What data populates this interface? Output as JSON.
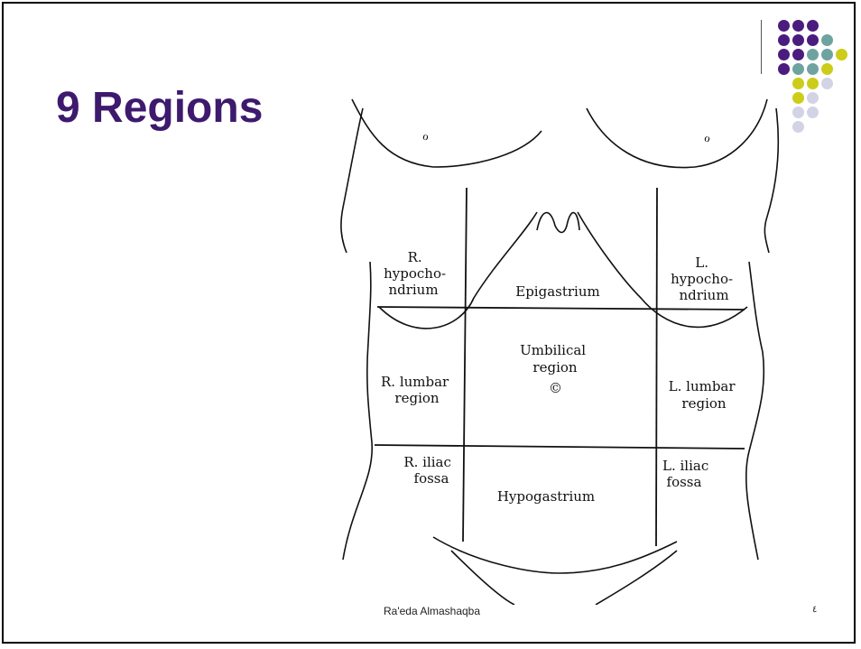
{
  "slide": {
    "title": "9 Regions",
    "footer": "Ra'eda Almashaqba",
    "page_number": "٤"
  },
  "decoration": {
    "colors": {
      "purple": "#4b1c7e",
      "teal": "#6fa3a0",
      "yellow": "#cccc1a",
      "lavender": "#d3d3e6",
      "title": "#3d1a6e"
    }
  },
  "diagram": {
    "labels": {
      "r_hypochondrium": [
        "R.",
        "hypocho-",
        "ndrium"
      ],
      "epigastrium": "Epigastrium",
      "l_hypochondrium": [
        "L.",
        "hypocho-",
        "ndrium"
      ],
      "r_lumbar": [
        "R. lumbar",
        "region"
      ],
      "umbilical": [
        "Umbilical",
        "region"
      ],
      "l_lumbar": [
        "L. lumbar",
        "region"
      ],
      "r_iliac": [
        "R. iliac",
        "fossa"
      ],
      "hypogastrium": "Hypogastrium",
      "l_iliac": [
        "L. iliac",
        "fossa"
      ]
    }
  }
}
